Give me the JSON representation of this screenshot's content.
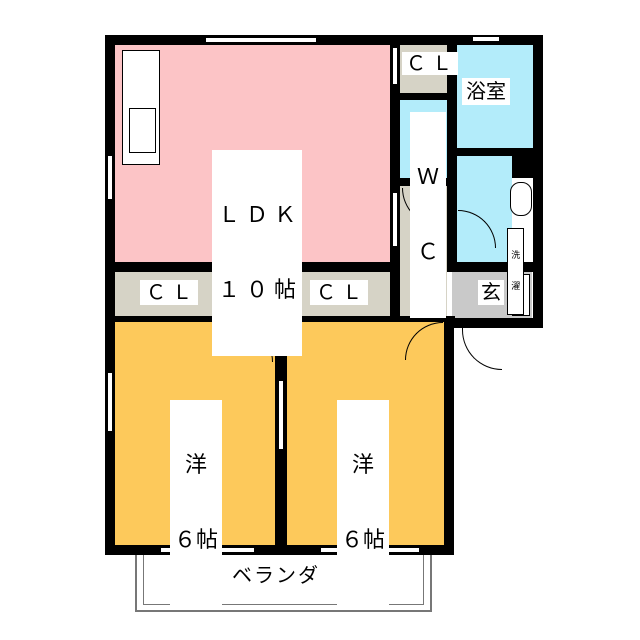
{
  "rooms": {
    "ldk": {
      "name": "ＬＤＫ",
      "size": "１０帖"
    },
    "cl_top": "ＣＬ",
    "wc": {
      "line1": "Ｗ",
      "line2": "Ｃ"
    },
    "bath": "浴室",
    "washer": {
      "line1": "洗",
      "line2": "濯"
    },
    "entrance": "玄",
    "cl_left": "ＣＬ",
    "cl_right": "ＣＬ",
    "bed_left": {
      "name": "洋",
      "size": "６帖"
    },
    "bed_right": {
      "name": "洋",
      "size": "６帖"
    },
    "balcony": "ベランダ"
  },
  "colors": {
    "ldk": "#fcc4c6",
    "wet": "#b3ecfa",
    "storage": "#d6d3c6",
    "bedroom": "#fdc95b",
    "entrance": "#c9c9c9"
  }
}
